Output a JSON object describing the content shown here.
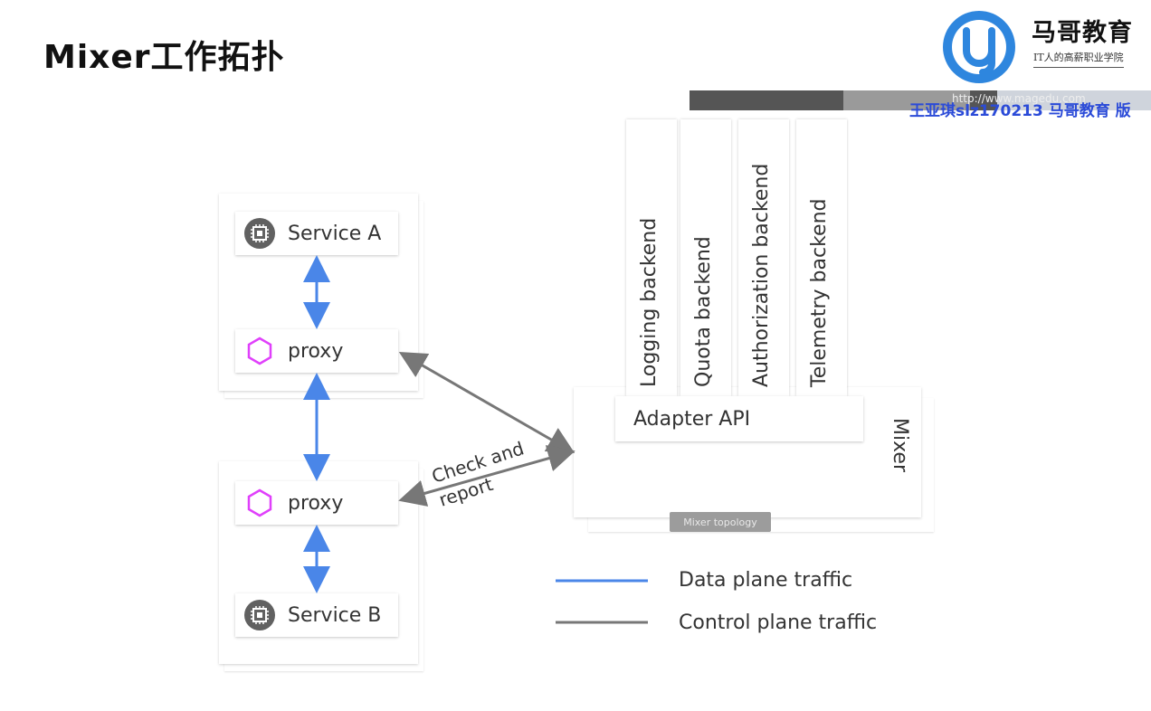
{
  "slide": {
    "title": "Mixer工作拓扑"
  },
  "logo": {
    "name": "马哥教育",
    "tagline": "IT人的高薪职业学院"
  },
  "watermark": {
    "url": "http://www.magedu.com",
    "text": "王亚琪slz170213 马哥教育 版"
  },
  "diagram": {
    "service_a": "Service A",
    "service_b": "Service B",
    "proxy_top": "proxy",
    "proxy_bottom": "proxy",
    "mixer": "Mixer",
    "adapter_api": "Adapter API",
    "backends": [
      "Logging backend",
      "Quota backend",
      "Authorization backend",
      "Telemetry backend"
    ],
    "edge_label_line1": "Check and",
    "edge_label_line2": "report",
    "topology_tag": "Mixer topology",
    "icons": {
      "service": "chip-icon",
      "proxy": "hexagon-icon"
    }
  },
  "legend": {
    "data_plane": "Data plane traffic",
    "control_plane": "Control plane traffic"
  },
  "colors": {
    "data_plane": "#4a86e8",
    "control_plane": "#777777",
    "proxy_icon": "#e040fb",
    "chip_icon": "#616161"
  }
}
